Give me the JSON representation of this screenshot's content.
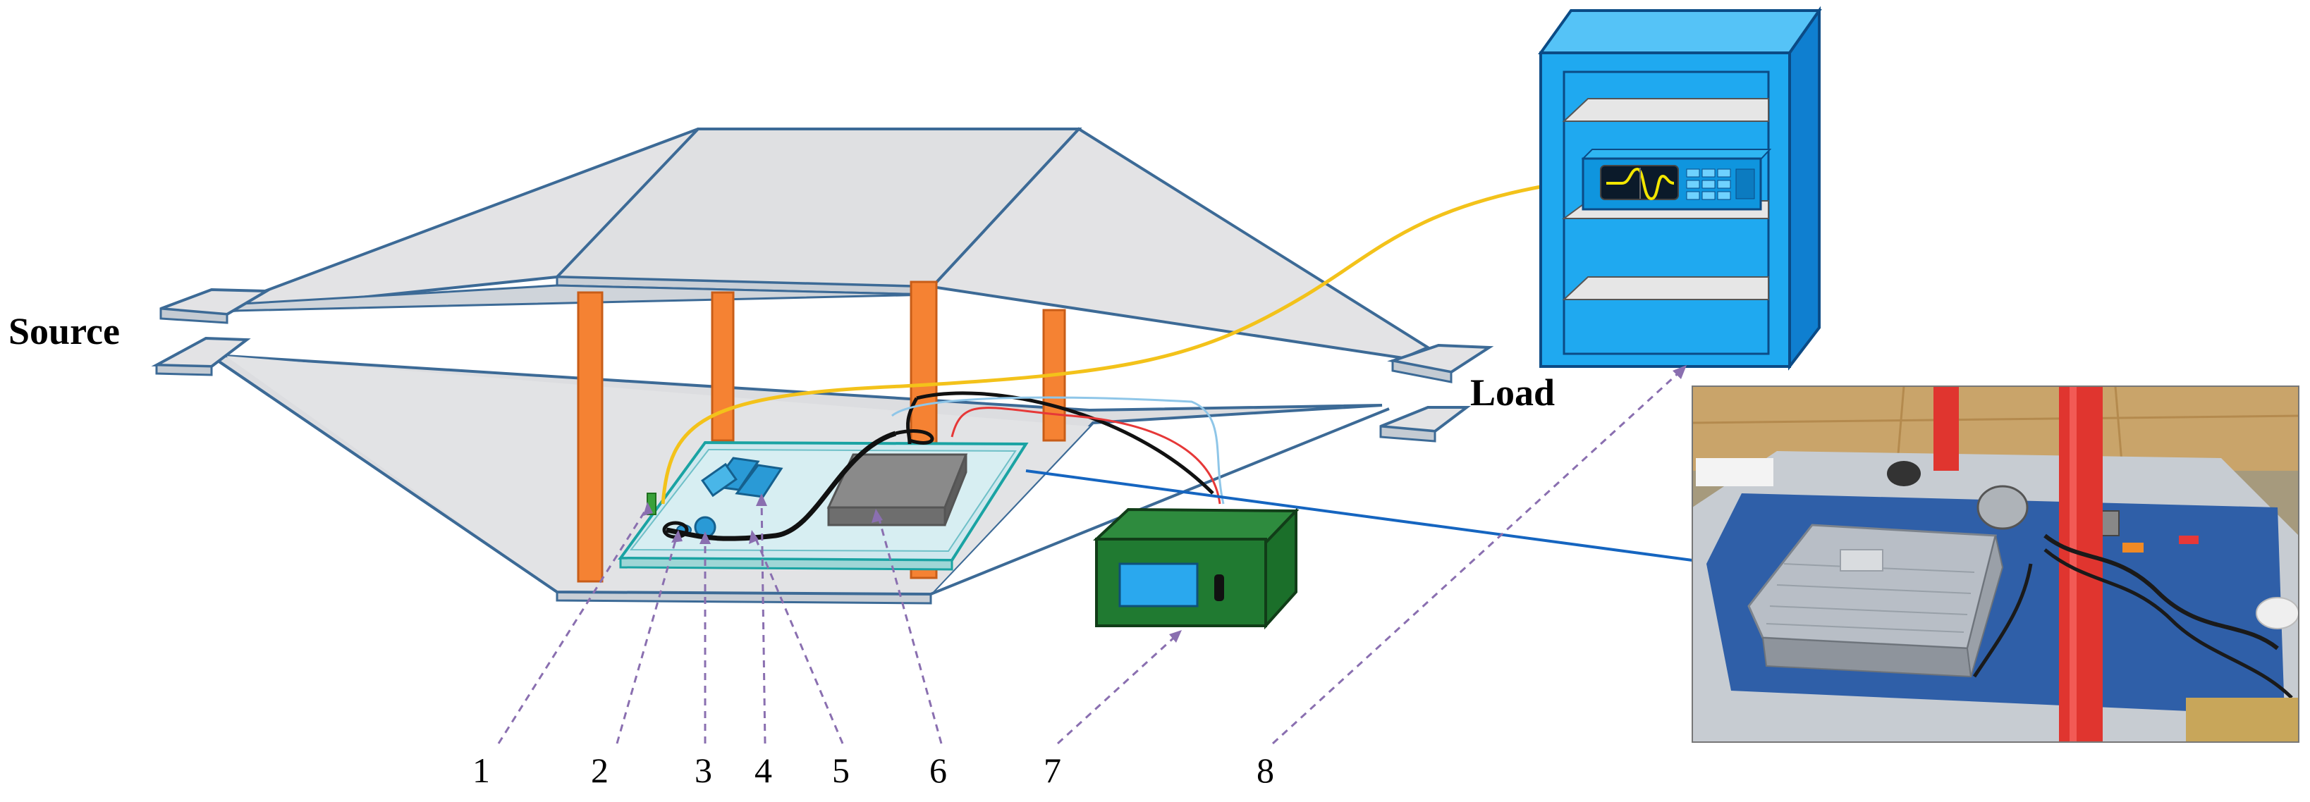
{
  "labels": {
    "source": "Source",
    "load": "Load"
  },
  "callouts": [
    "1",
    "2",
    "3",
    "4",
    "5",
    "6",
    "7",
    "8"
  ],
  "colors": {
    "plate": "#e3e3e5",
    "plate_edge": "#3c6a96",
    "pillar": "#f58233",
    "cabinet": "#1fa9f0",
    "shelf": "#e6e6e6",
    "green_box": "#1b6f2a",
    "fiber_cable": "#f3c21a",
    "link_line": "#1565c0",
    "dashed_leader": "#8a6fb0",
    "waveform": "#f2e600"
  }
}
